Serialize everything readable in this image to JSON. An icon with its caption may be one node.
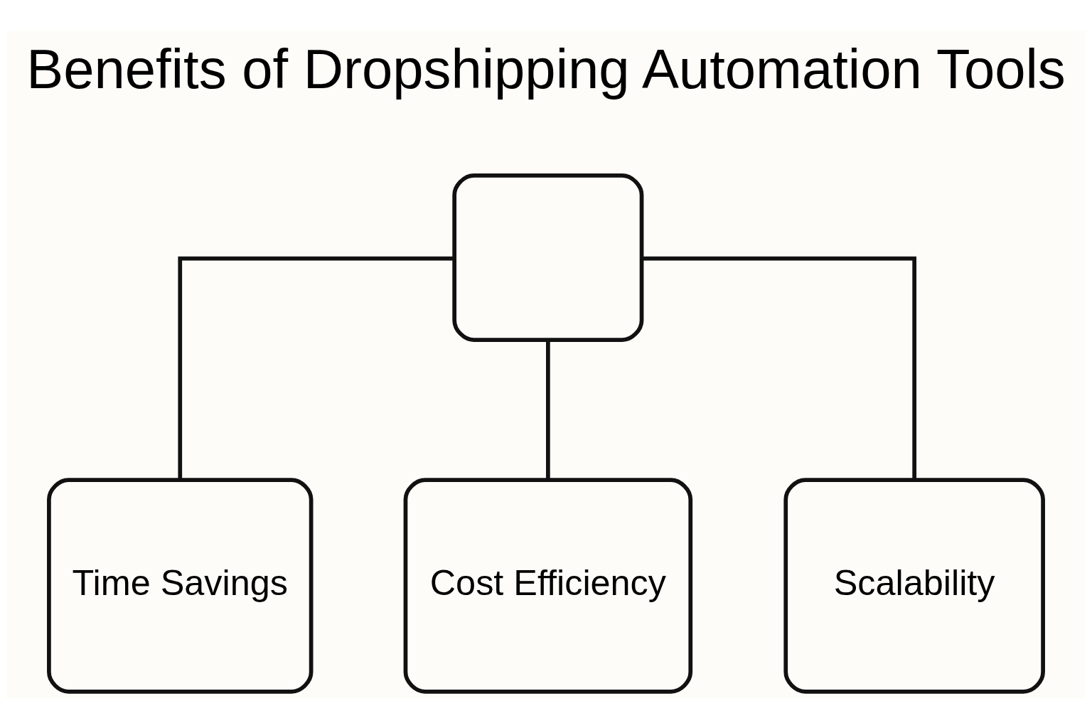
{
  "diagram": {
    "title": "Benefits of Dropshipping Automation Tools",
    "nodes": [
      {
        "text": [],
        "shape": "box"
      },
      {
        "text": [
          "Time Savings"
        ]
      },
      {
        "text": [
          "Cost Efficiency"
        ]
      },
      {
        "text": [
          "Scalability"
        ]
      }
    ],
    "edges": [
      {
        "from": 0,
        "to": 1,
        "arrow": "none"
      },
      {
        "from": 0,
        "to": 2,
        "arrow": "none"
      },
      {
        "from": 0,
        "to": 3,
        "arrow": "none"
      }
    ]
  }
}
